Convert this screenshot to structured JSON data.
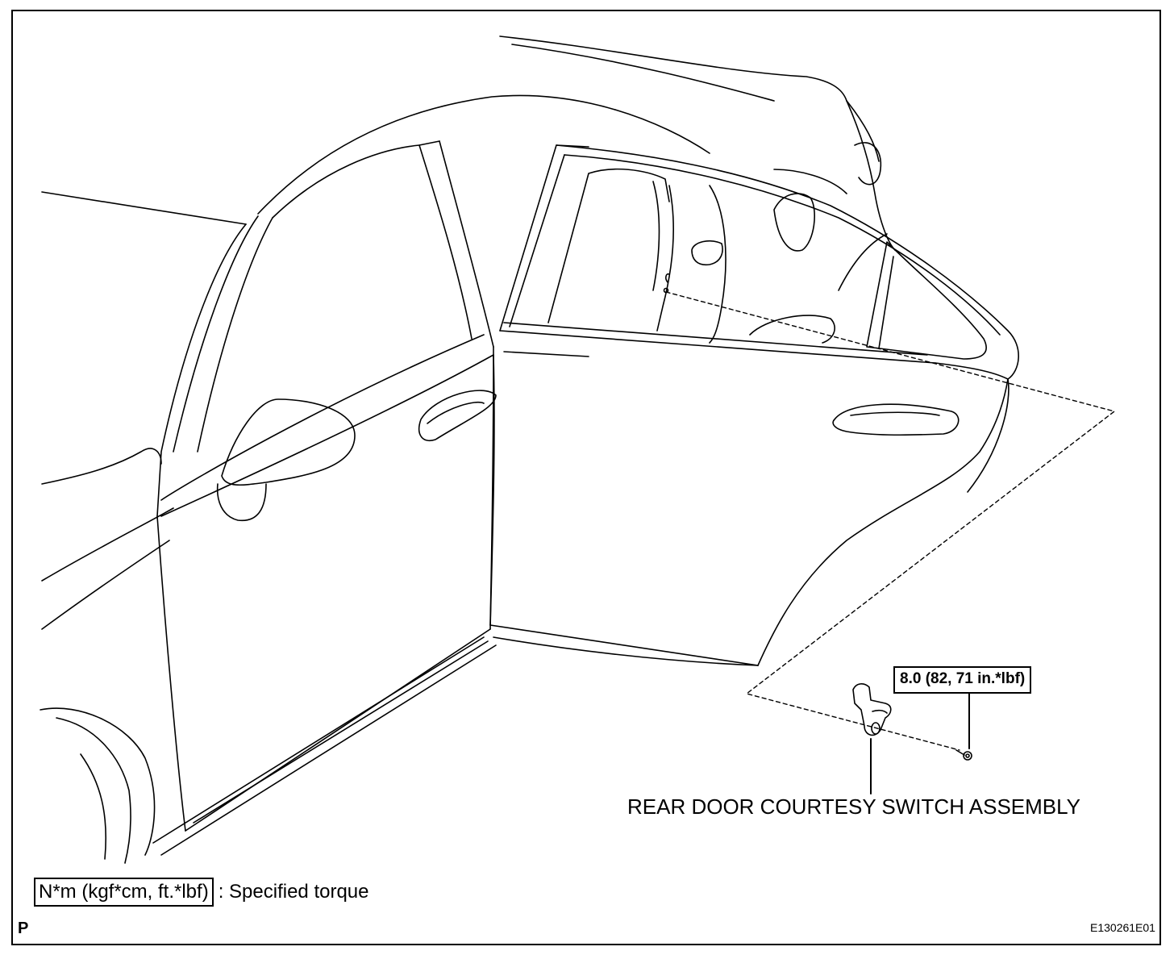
{
  "callouts": {
    "torque_value": "8.0 (82, 71 in.*lbf)",
    "part_name": "REAR DOOR COURTESY SWITCH ASSEMBLY"
  },
  "legend": {
    "unit_box": "N*m (kgf*cm, ft.*lbf)",
    "description": ": Specified torque"
  },
  "footer": {
    "view_code": "P",
    "figure_id": "E130261E01"
  }
}
